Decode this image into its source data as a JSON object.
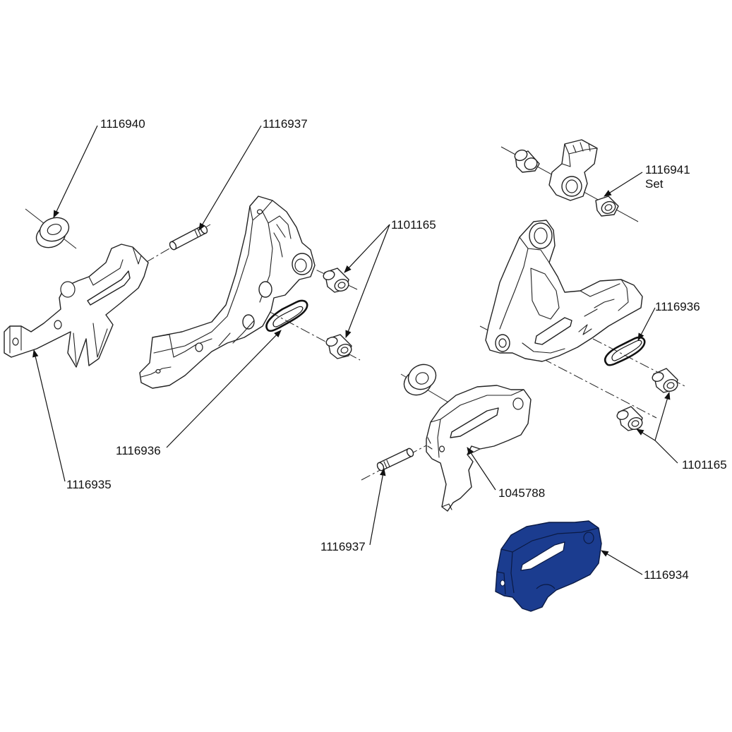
{
  "colors": {
    "line": "#222222",
    "background": "#ffffff",
    "highlight_part": "#1b3c8f",
    "highlight_outline": "#0b1a44"
  },
  "callouts": {
    "c1116940": "1116940",
    "c1116937_top": "1116937",
    "c1101165_top": "1101165",
    "c1116941": "1116941",
    "c1116941_set": "Set",
    "c1116936_right": "1116936",
    "c1116936_left": "1116936",
    "c1116935": "1116935",
    "c1101165_right": "1101165",
    "c1045788": "1045788",
    "c1116937_bottom": "1116937",
    "c1116934": "1116934"
  }
}
